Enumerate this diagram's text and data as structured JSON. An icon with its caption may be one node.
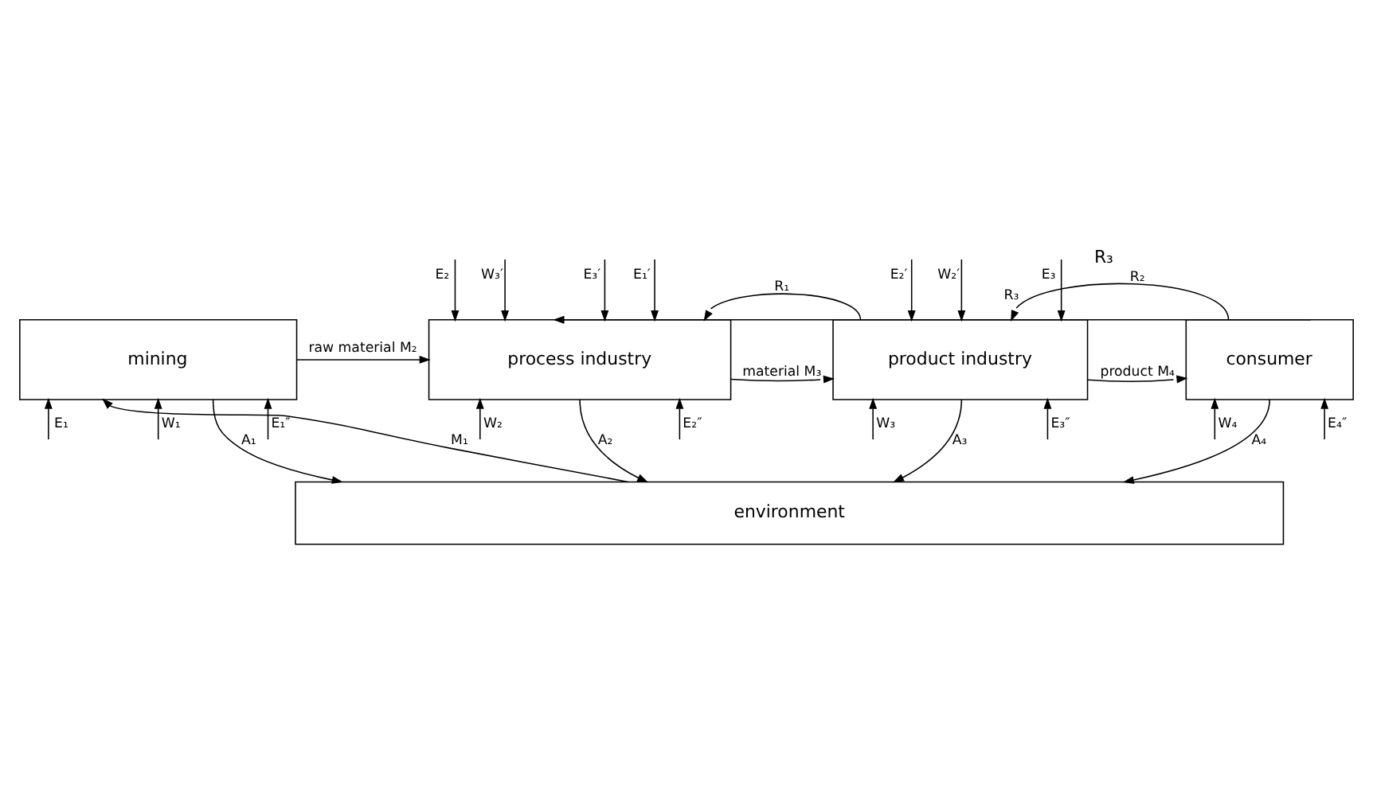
{
  "diagram": {
    "nodes": [
      {
        "text": [
          "mining"
        ]
      },
      {
        "text": [
          "process industry"
        ]
      },
      {
        "text": [
          "product industry"
        ]
      },
      {
        "text": [
          "consumer"
        ]
      },
      {
        "text": [
          "environment"
        ]
      }
    ],
    "edges": [
      {
        "from": null,
        "to": 0,
        "arrow": "to",
        "label": "E₁"
      },
      {
        "from": null,
        "to": 0,
        "arrow": "to",
        "label": "W₁"
      },
      {
        "from": null,
        "to": 0,
        "arrow": "to",
        "label": "E₁″"
      },
      {
        "from": 4,
        "to": 0,
        "arrow": "to",
        "label": "M₁"
      },
      {
        "from": 0,
        "to": 4,
        "arrow": "to",
        "label": "A₁"
      },
      {
        "from": 0,
        "to": 1,
        "arrow": "to",
        "label": "raw material M₂"
      },
      {
        "from": null,
        "to": 1,
        "arrow": "to",
        "label": "W₃′"
      },
      {
        "from": null,
        "to": 1,
        "arrow": "to",
        "label": "E₃′"
      },
      {
        "from": null,
        "to": 1,
        "arrow": "to",
        "label": "E₁′"
      },
      {
        "from": 2,
        "to": 1,
        "arrow": "to",
        "label": "R₁"
      },
      {
        "from": 3,
        "to": 1,
        "arrow": "to",
        "label": "R₃"
      },
      {
        "from": null,
        "to": 1,
        "arrow": "to",
        "label": "E₂"
      },
      {
        "from": null,
        "to": 1,
        "arrow": "to",
        "label": "W₂"
      },
      {
        "from": null,
        "to": 1,
        "arrow": "to",
        "label": "E₂″"
      },
      {
        "from": 1,
        "to": 4,
        "arrow": "to",
        "label": "A₂"
      },
      {
        "from": 1,
        "to": 2,
        "arrow": "to",
        "label": "material M₃"
      },
      {
        "from": null,
        "to": 2,
        "arrow": "to",
        "label": "E₂′"
      },
      {
        "from": null,
        "to": 2,
        "arrow": "to",
        "label": "W₂′"
      },
      {
        "from": 3,
        "to": 2,
        "arrow": "to",
        "label": "R₂"
      },
      {
        "from": null,
        "to": 2,
        "arrow": "to",
        "label": "E₃"
      },
      {
        "from": null,
        "to": 2,
        "arrow": "to",
        "label": "W₃"
      },
      {
        "from": null,
        "to": 2,
        "arrow": "to",
        "label": "E₃″"
      },
      {
        "from": 2,
        "to": 4,
        "arrow": "to",
        "label": "A₃"
      },
      {
        "from": 2,
        "to": 3,
        "arrow": "to",
        "label": "product M₄"
      },
      {
        "from": null,
        "to": 3,
        "arrow": "to",
        "label": "W₄"
      },
      {
        "from": null,
        "to": 3,
        "arrow": "to",
        "label": "E₄″"
      },
      {
        "from": 3,
        "to": 4,
        "arrow": "to",
        "label": "A₄"
      }
    ],
    "labels": [
      "R₃"
    ]
  }
}
